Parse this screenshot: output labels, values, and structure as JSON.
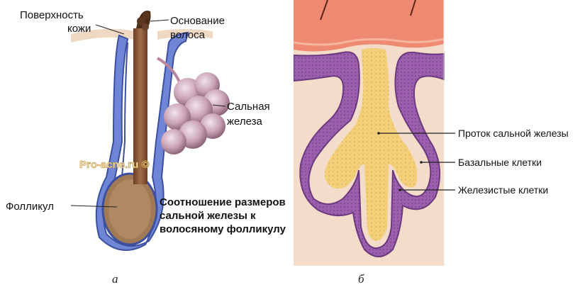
{
  "panel_a": {
    "labels": {
      "skin_surface_line1": "Поверхность",
      "skin_surface_line2": "кожи",
      "hair_base_line1": "Основание",
      "hair_base_line2": "волоса",
      "gland_line1": "Сальная",
      "gland_line2": "железа",
      "follicle": "Фолликул",
      "watermark": "Pro-acne.ru ©"
    },
    "note": [
      "Соотношение размеров",
      "сальной железы к",
      "волосяному фолликулу"
    ],
    "caption": "а"
  },
  "panel_b": {
    "labels": {
      "duct": "Проток сальной железы",
      "basal": "Базальные клетки",
      "glandular": "Железистые клетки"
    },
    "caption": "б"
  },
  "colors": {
    "follicle_blue": "#6f86d6",
    "hair_brown": "#8a5a3c",
    "gland_pink": "#c7a0b3",
    "skin_red": "#ef8a72",
    "tissue_beige": "#f3dcc9",
    "epithelium_purple": "#8c4f9c",
    "duct_yellow": "#f3cf7a"
  }
}
